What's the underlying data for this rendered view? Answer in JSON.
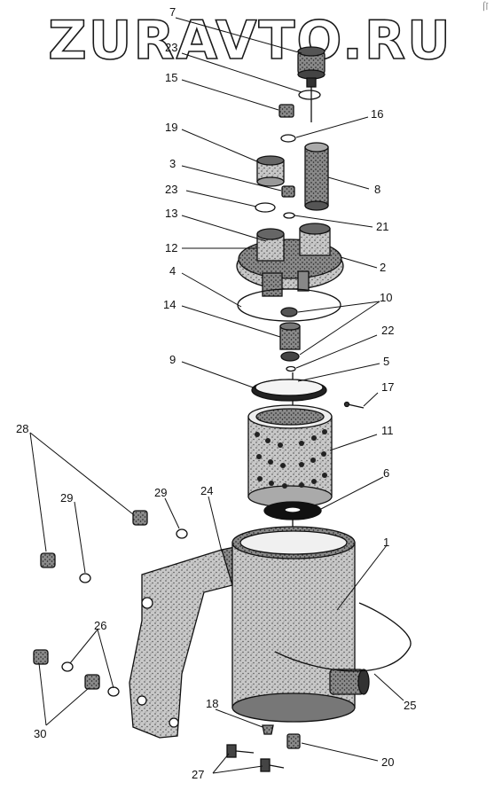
{
  "watermark": "ZURAVTO.RU",
  "corner_mark": "⌠⌈",
  "callouts": [
    {
      "id": "p7",
      "label": "7"
    },
    {
      "id": "p23a",
      "label": "23"
    },
    {
      "id": "p15",
      "label": "15"
    },
    {
      "id": "p16",
      "label": "16"
    },
    {
      "id": "p19",
      "label": "19"
    },
    {
      "id": "p3",
      "label": "3"
    },
    {
      "id": "p8",
      "label": "8"
    },
    {
      "id": "p23b",
      "label": "23"
    },
    {
      "id": "p21",
      "label": "21"
    },
    {
      "id": "p13",
      "label": "13"
    },
    {
      "id": "p12",
      "label": "12"
    },
    {
      "id": "p2",
      "label": "2"
    },
    {
      "id": "p4",
      "label": "4"
    },
    {
      "id": "p10",
      "label": "10"
    },
    {
      "id": "p14",
      "label": "14"
    },
    {
      "id": "p22",
      "label": "22"
    },
    {
      "id": "p9",
      "label": "9"
    },
    {
      "id": "p5",
      "label": "5"
    },
    {
      "id": "p17",
      "label": "17"
    },
    {
      "id": "p28",
      "label": "28"
    },
    {
      "id": "p11",
      "label": "11"
    },
    {
      "id": "p29a",
      "label": "29"
    },
    {
      "id": "p29b",
      "label": "29"
    },
    {
      "id": "p24",
      "label": "24"
    },
    {
      "id": "p6",
      "label": "6"
    },
    {
      "id": "p1",
      "label": "1"
    },
    {
      "id": "p26",
      "label": "26"
    },
    {
      "id": "p30",
      "label": "30"
    },
    {
      "id": "p25",
      "label": "25"
    },
    {
      "id": "p18",
      "label": "18"
    },
    {
      "id": "p20",
      "label": "20"
    },
    {
      "id": "p27",
      "label": "27"
    }
  ]
}
